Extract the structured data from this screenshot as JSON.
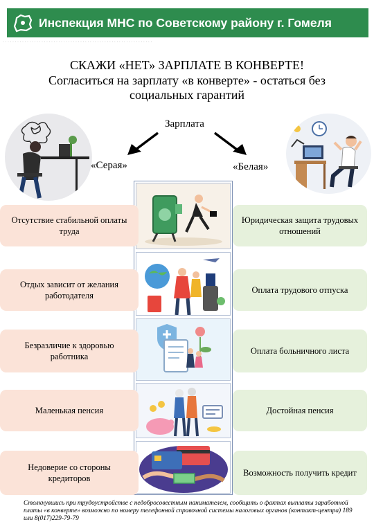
{
  "header": {
    "title": "Инспекция МНС по Советскому району г. Гомеля"
  },
  "headline": {
    "line1": "СКАЖИ «НЕТ» ЗАРПЛАТЕ В КОНВЕРТЕ!",
    "line2": "Согласиться на зарплату «в конверте» - остаться без",
    "line3": "социальных гарантий"
  },
  "diagram": {
    "center_label": "Зарплата",
    "left_label": "«Серая»",
    "right_label": "«Белая»"
  },
  "comparison": {
    "grey": [
      "Отсутствие стабильной оплаты труда",
      "Отдых зависит от желания работодателя",
      "Безразличие к здоровью работника",
      "Маленькая пенсия",
      "Недоверие со стороны кредиторов"
    ],
    "white": [
      "Юридическая защита трудовых отношений",
      "Оплата трудового отпуска",
      "Оплата больничного листа",
      "Достойная пенсия",
      "Возможность получить кредит"
    ]
  },
  "footer": {
    "text": "Столкнувшись при трудоустройстве с недобросовестным нанимателем, сообщить о фактах выплаты заработной платы «в конверте» возможно по номеру телефонной справочной системы налоговых органов (контакт-центра) 189 или 8(017)229-79-79"
  },
  "colors": {
    "header_bg": "#2e8c4e",
    "grey_pill": "#fbe3d8",
    "white_pill": "#e6f1dc"
  }
}
